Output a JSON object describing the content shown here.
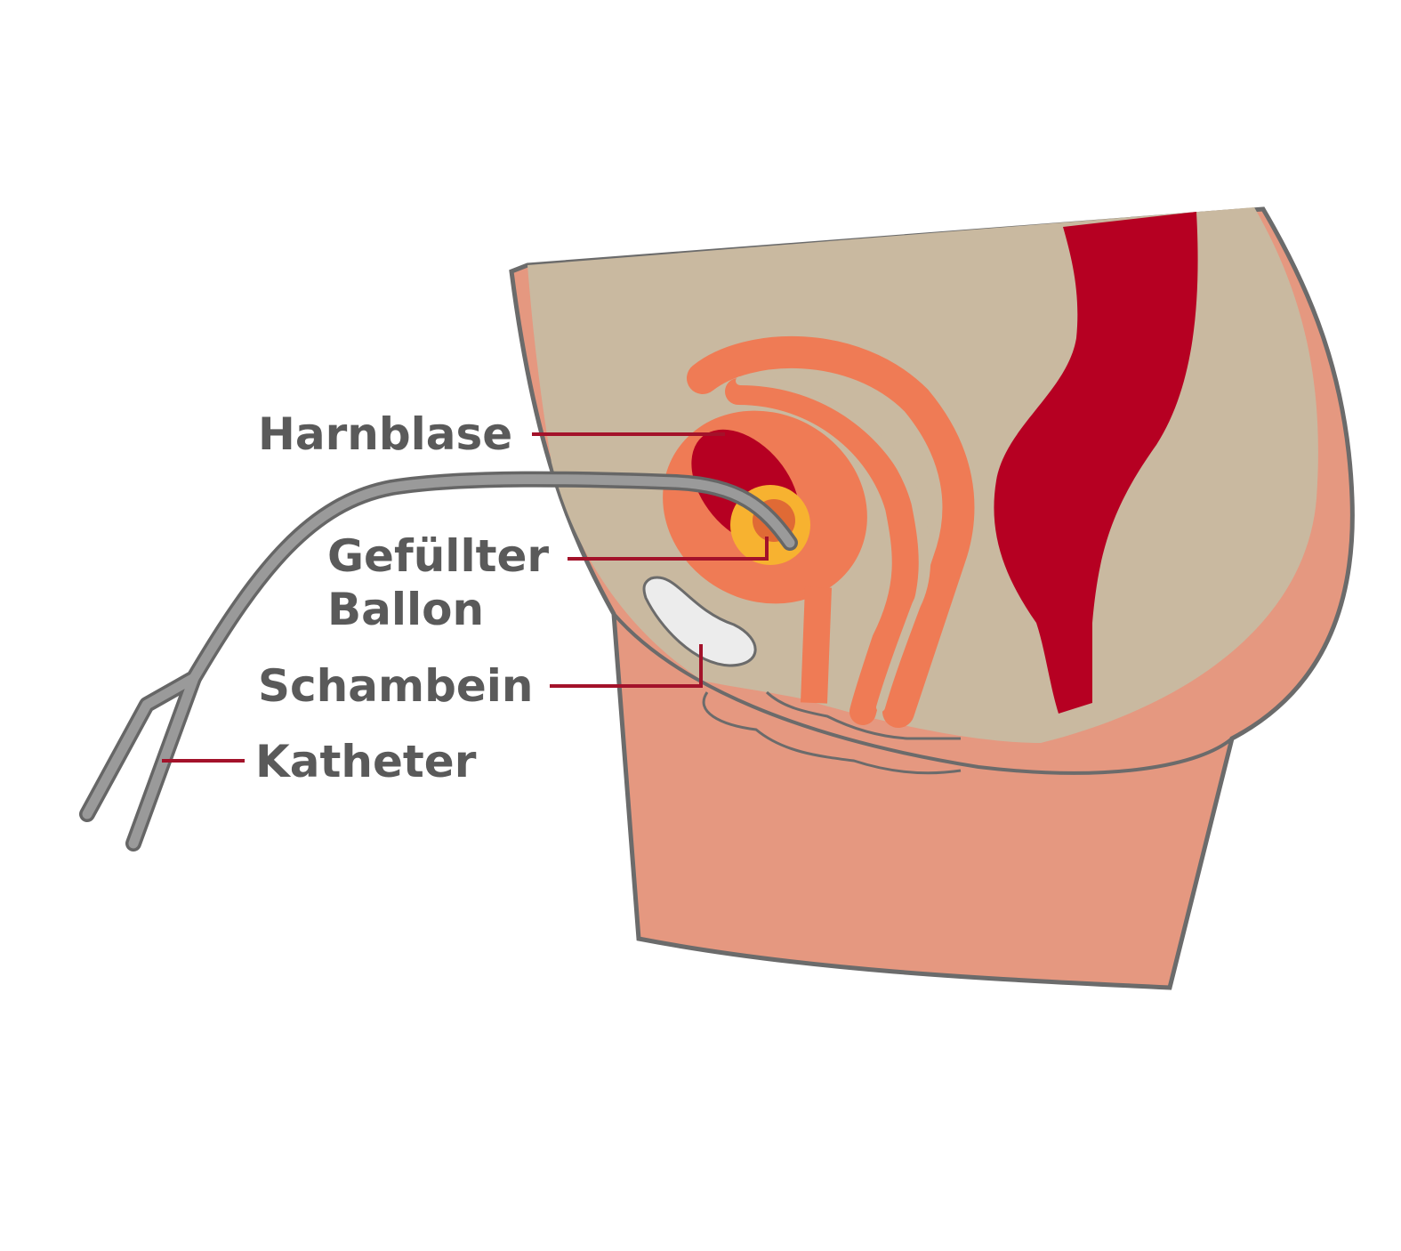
{
  "labels": {
    "bladder": "Harnblase",
    "balloon_line1": "Gefüllter",
    "balloon_line2": "Ballon",
    "pubic_bone": "Schambein",
    "catheter": "Katheter"
  },
  "colors": {
    "skin": "#e59880",
    "interior": "#c9b9a0",
    "organ": "#ef7b55",
    "dark_red": "#b60022",
    "balloon": "#f7b230",
    "catheter": "#999999",
    "outline": "#6b6b6b",
    "leader": "#a3122a",
    "bone": "#ececec"
  }
}
